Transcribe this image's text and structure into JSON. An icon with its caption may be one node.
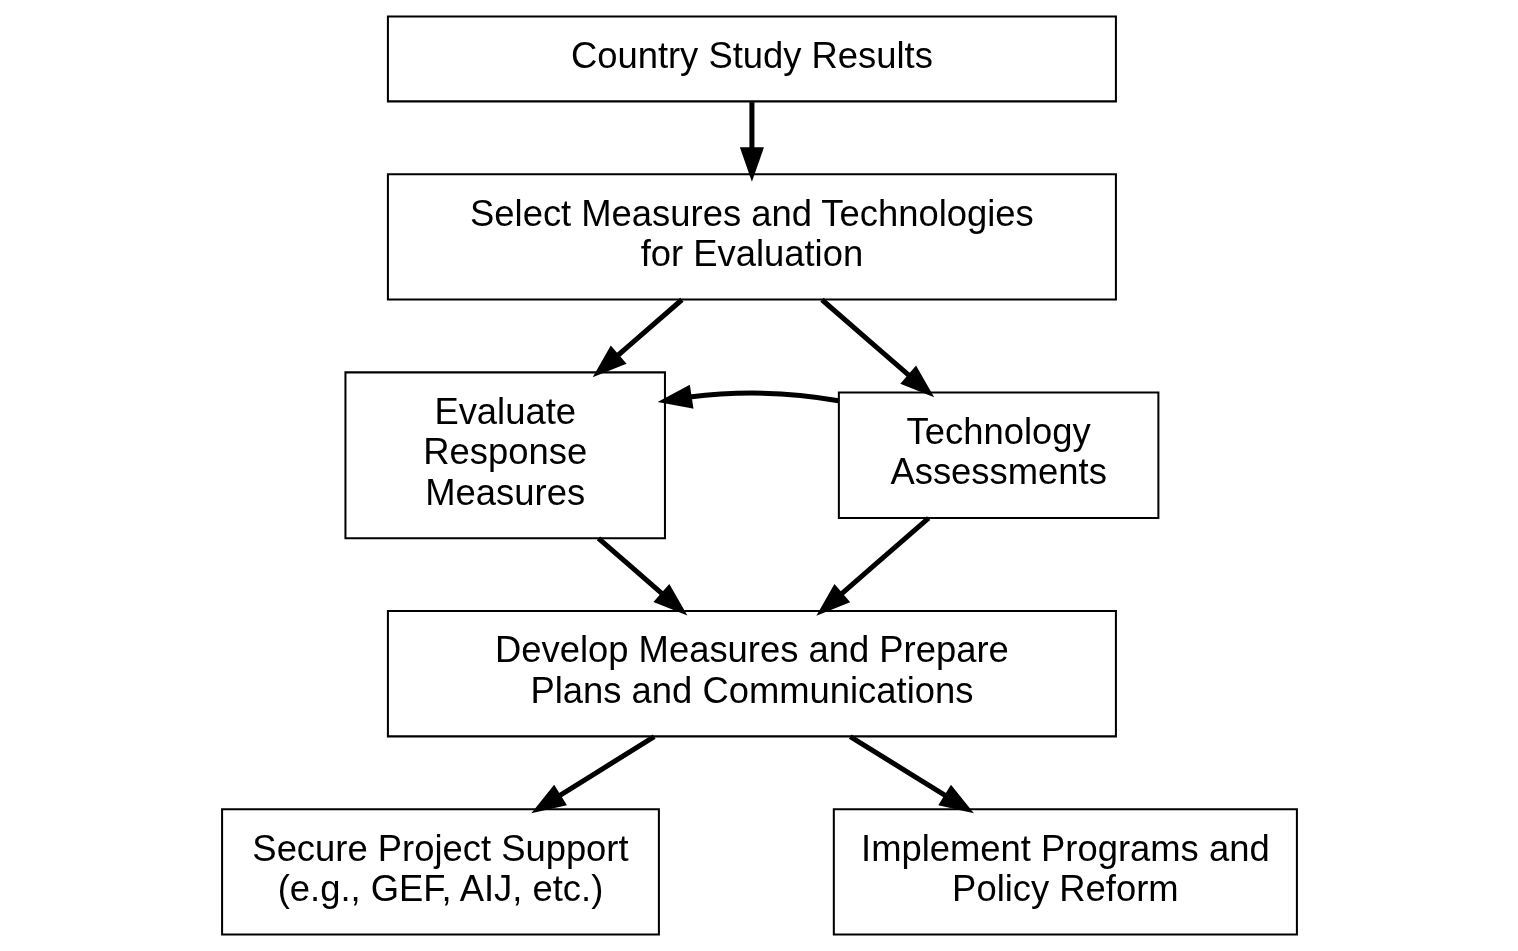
{
  "diagram": {
    "nodes": [
      {
        "text": [
          "Country Study Results"
        ]
      },
      {
        "text": [
          "Select Measures and Technologies for Evaluation"
        ]
      },
      {
        "text": [
          "Evaluate Response Measures"
        ]
      },
      {
        "text": [
          "Technology Assessments"
        ]
      },
      {
        "text": [
          "Develop Measures and Prepare Plans and Communications"
        ]
      },
      {
        "text": [
          "Secure Project Support (e.g., GEF, AIJ, etc.)"
        ]
      },
      {
        "text": [
          "Implement Programs and Policy Reform"
        ]
      }
    ],
    "edges": [
      {
        "from": 0,
        "to": 1,
        "arrow": "to"
      },
      {
        "from": 1,
        "to": 2,
        "arrow": "to"
      },
      {
        "from": 1,
        "to": 3,
        "arrow": "to"
      },
      {
        "from": 3,
        "to": 2,
        "arrow": "to"
      },
      {
        "from": 2,
        "to": 4,
        "arrow": "to"
      },
      {
        "from": 3,
        "to": 4,
        "arrow": "to"
      },
      {
        "from": 4,
        "to": 5,
        "arrow": "to"
      },
      {
        "from": 4,
        "to": 6,
        "arrow": "to"
      }
    ]
  }
}
